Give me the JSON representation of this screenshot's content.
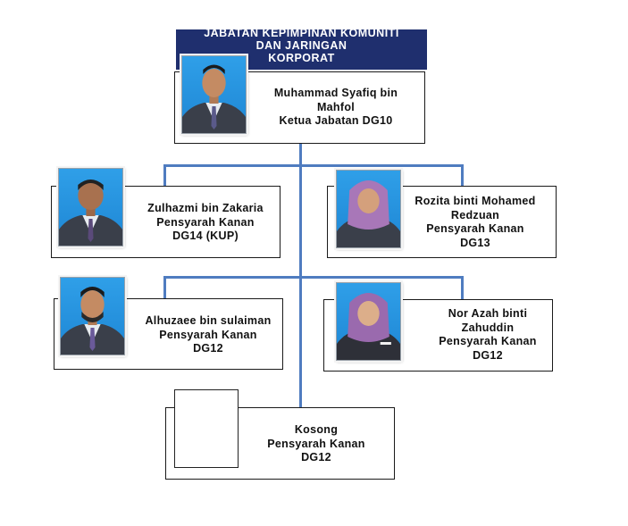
{
  "header": {
    "lines": [
      "JABATAN KEPIMPINAN KOMUNITI",
      "DAN  JARINGAN",
      "KORPORAT"
    ]
  },
  "head": {
    "lines": [
      "Muhammad Syafiq bin",
      "Mahfol",
      "Ketua Jabatan DG10"
    ]
  },
  "members": [
    {
      "lines": [
        "Zulhazmi bin Zakaria",
        "Pensyarah Kanan",
        "DG14 (KUP)"
      ]
    },
    {
      "lines": [
        "Rozita binti Mohamed",
        "Redzuan",
        "Pensyarah Kanan",
        "DG13"
      ]
    },
    {
      "lines": [
        "Alhuzaee bin sulaiman",
        "Pensyarah Kanan",
        "DG12"
      ]
    },
    {
      "lines": [
        "Nor Azah binti",
        "Zahuddin",
        "Pensyarah Kanan",
        "DG12"
      ]
    },
    {
      "lines": [
        "Kosong",
        "Pensyarah Kanan",
        "DG12"
      ]
    }
  ],
  "colors": {
    "header_bg": "#1f2f6e",
    "connector": "#4f7cc0",
    "photo_bg": "#2f9fe8"
  }
}
